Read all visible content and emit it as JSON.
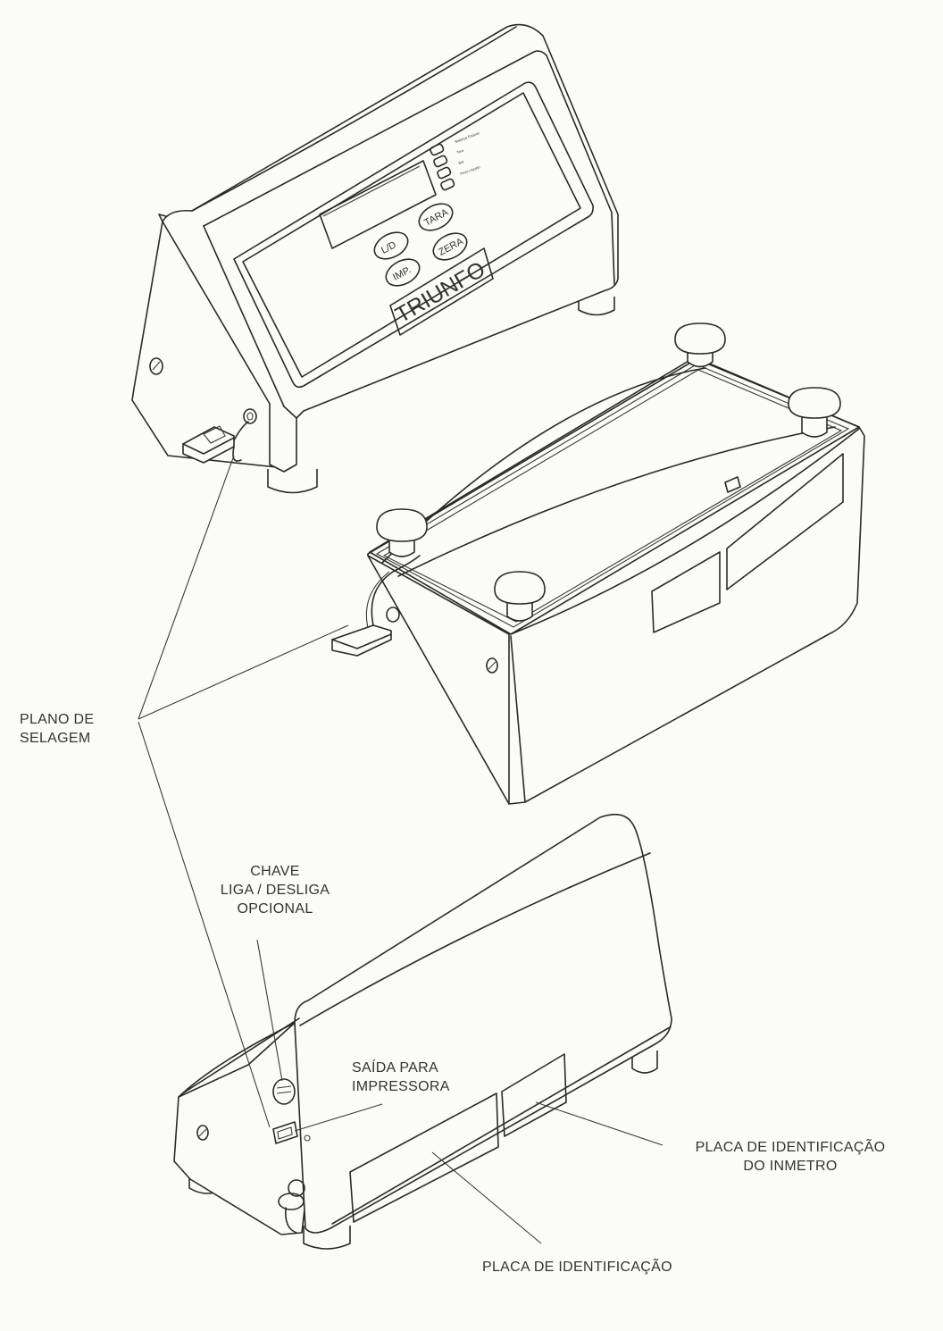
{
  "device": {
    "brand": "TRIUNFO",
    "keys": {
      "ligar_desligar": "L/D",
      "tara": "TARA",
      "imprimir": "IMP.",
      "zera": "ZERA"
    },
    "indicators": [
      "Balança Estável",
      "Tara",
      "Bat",
      "Peso Líquido"
    ]
  },
  "callouts": {
    "sealing_plane": {
      "line1": "PLANO DE",
      "line2": "SELAGEM"
    },
    "switch": {
      "line1": "CHAVE",
      "line2": "LIGA / DESLIGA",
      "line3": "OPCIONAL"
    },
    "printer_output": {
      "line1": "SAÍDA PARA",
      "line2": "IMPRESSORA"
    },
    "inmetro_plate": {
      "line1": "PLACA DE IDENTIFICAÇÃO",
      "line2": "DO INMETRO"
    },
    "id_plate": {
      "line1": "PLACA DE IDENTIFICAÇÃO"
    }
  }
}
